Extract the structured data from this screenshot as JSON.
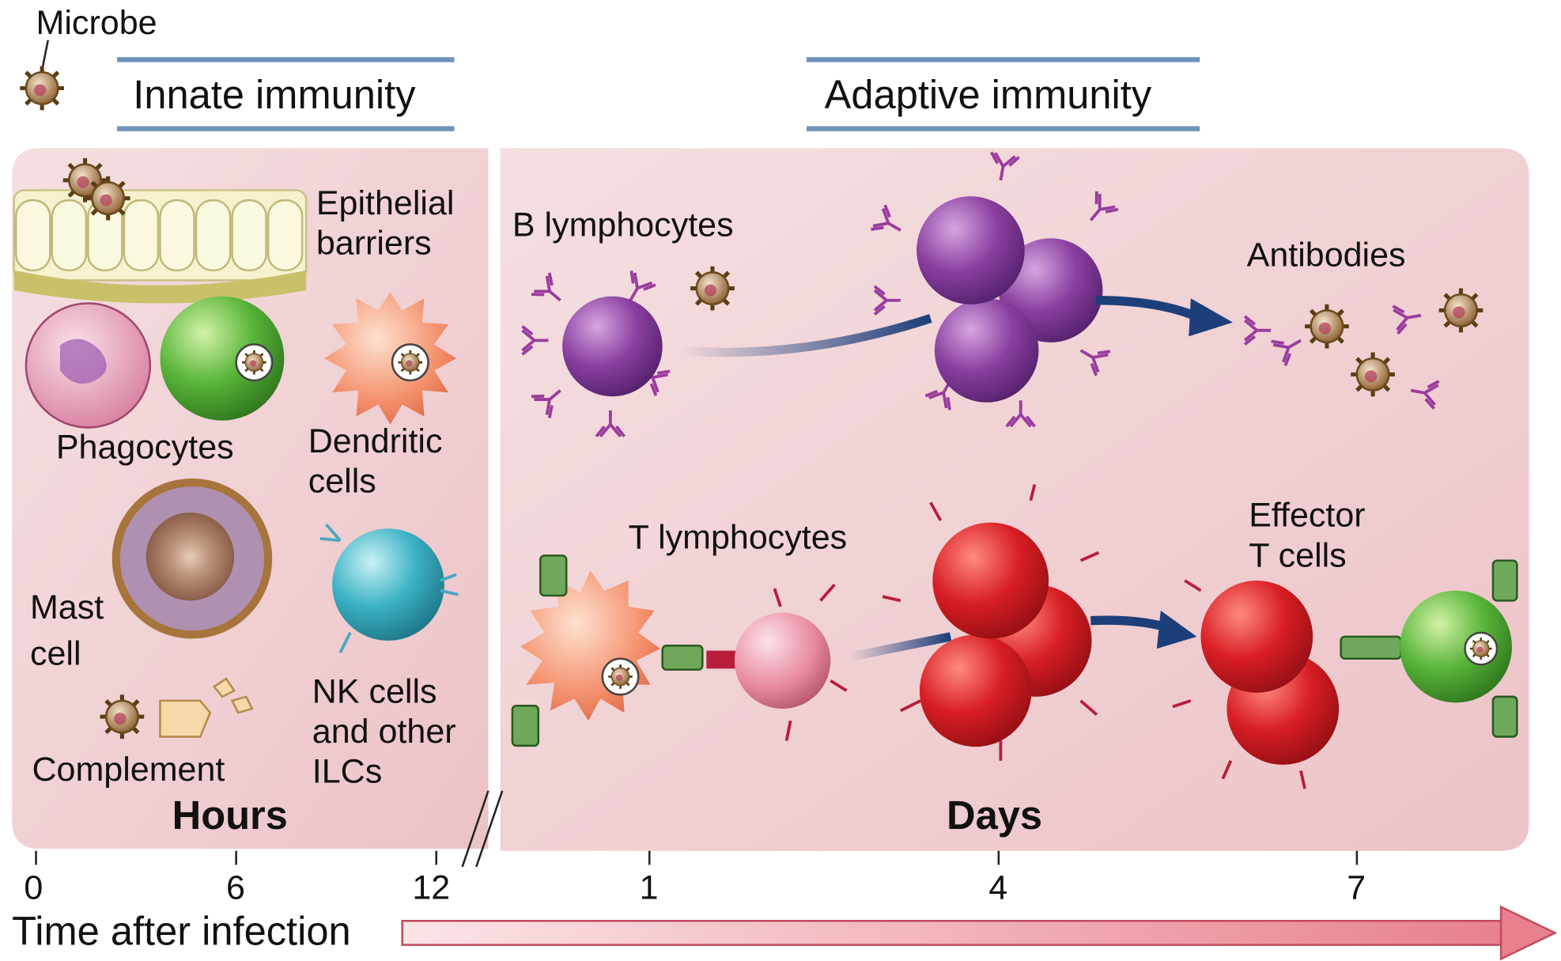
{
  "title_microbe": "Microbe",
  "innate": {
    "header": "Innate immunity",
    "labels": {
      "epithelial": [
        "Epithelial",
        "barriers"
      ],
      "phagocytes": "Phagocytes",
      "dendritic": [
        "Dendritic",
        "cells"
      ],
      "mast": [
        "Mast",
        "cell"
      ],
      "nk": [
        "NK cells",
        "and other",
        "ILCs"
      ],
      "complement": "Complement"
    },
    "period": "Hours"
  },
  "adaptive": {
    "header": "Adaptive immunity",
    "labels": {
      "b_lymph": "B lymphocytes",
      "antibodies": "Antibodies",
      "t_lymph": "T lymphocytes",
      "effector": [
        "Effector",
        "T cells"
      ]
    },
    "period": "Days"
  },
  "axis": {
    "ticks": [
      "0",
      "6",
      "12",
      "1",
      "4",
      "7"
    ],
    "label": "Time after infection"
  },
  "colors": {
    "panel": "#f1cfd2",
    "header_bar": "#6f93b8",
    "arrow_blue": "#1c3f7a",
    "time_arrow": "#e2707f"
  }
}
